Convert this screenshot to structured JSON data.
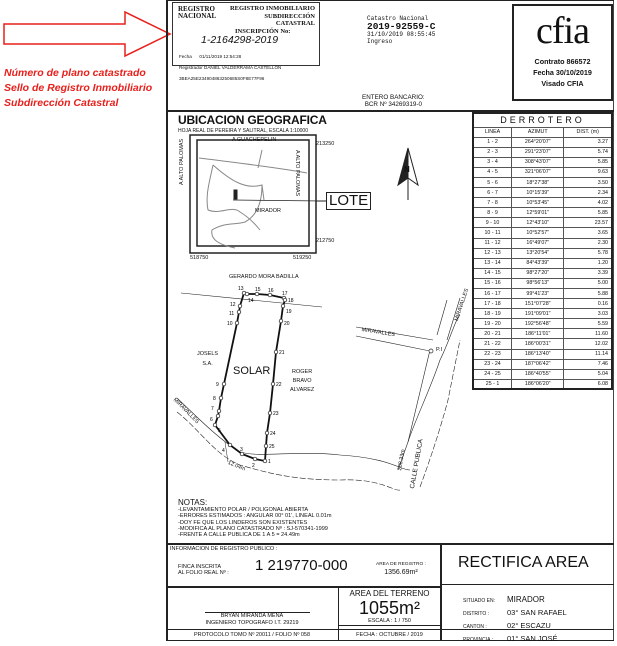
{
  "annotation": {
    "lines": [
      "Número de plano catastrado",
      "Sello de Registro Inmobiliario",
      "Subdirección Catastral"
    ],
    "color": "#e8201c"
  },
  "stamp": {
    "logo_text": "REGISTRO NACIONAL",
    "title1": "REGISTRO INMOBILIARIO",
    "title2": "SUBDIRECCIÓN",
    "title3": "CATASTRAL",
    "inscripcion_label": "INSCRIPCIÓN No:",
    "inscripcion": "1-2164298-2019",
    "fecha": "Fecha      01/11/2019 12:54:28",
    "registrador": "Registrador DANIEL VALDERRAMA CASTELLON",
    "hash": "3BEA25E234904863250685S0F8E77F96"
  },
  "catastro": {
    "title": "Catastro Nacional",
    "number": "2019-92559-C",
    "datetime": "31/10/2019 08:55:45",
    "status": "Ingreso"
  },
  "cfia": {
    "logo": "cfia",
    "contrato": "Contrato 866572",
    "fecha": "Fecha 30/10/2019",
    "visado": "Visado CFIA"
  },
  "entero": {
    "label": "ENTERO BANCARIO:",
    "value": "BCR Nº 34269319-0"
  },
  "ubicacion": {
    "title": "UBICACION GEOGRAFICA",
    "subtitle": "HOJA REAL DE PEREIRA Y SALITRAL, ESCALA 1:10000",
    "top_road": "A GUACHEPELIN",
    "left_road": "A ALTO PALOMAS",
    "right_road": "A ALTO PALOMAS",
    "place": "MIRADOR",
    "lote": "LOTE",
    "y_top": "213250",
    "y_bottom": "212750",
    "x_left": "518750",
    "x_right": "519250"
  },
  "north": "N",
  "plan": {
    "north_owner": "GERARDO MORA BADILLA",
    "west_owner": [
      "JOSELS",
      "S.A."
    ],
    "east_owner": [
      "ROGER",
      "BRAVO",
      "ALVAREZ"
    ],
    "solar": "SOLAR",
    "road1": "MIRAVALLES",
    "road2": "MIRAVALLES",
    "road3": "MIRAVALLES",
    "calle": "CALLE PUBLICA",
    "dist_pi": "208.33m",
    "frente": "12.04m",
    "pi": "P.I",
    "points": [
      "1",
      "2",
      "3",
      "4",
      "5",
      "6",
      "7",
      "8",
      "9",
      "10",
      "11",
      "12",
      "13",
      "14",
      "15",
      "16",
      "17",
      "18",
      "19",
      "20",
      "21",
      "22",
      "23",
      "24",
      "25"
    ]
  },
  "derrotero": {
    "title": "DERROTERO",
    "headers": [
      "LINEA",
      "AZIMUT",
      "DIST. (m)"
    ],
    "rows": [
      [
        "1 - 2",
        "264°20'07\"",
        "3.27"
      ],
      [
        "2 - 3",
        "291°23'07\"",
        "5.74"
      ],
      [
        "3 - 4",
        "308°43'07\"",
        "5.85"
      ],
      [
        "4 - 5",
        "321°06'07\"",
        "9.63"
      ],
      [
        "5 - 6",
        "18°27'38\"",
        "3.50"
      ],
      [
        "6 - 7",
        "10°15'39\"",
        "2.34"
      ],
      [
        "7 - 8",
        "10°53'45\"",
        "4.02"
      ],
      [
        "8 - 9",
        "12°59'01\"",
        "5.85"
      ],
      [
        "9 - 10",
        "12°43'10\"",
        "23.57"
      ],
      [
        "10 - 11",
        "10°52'57\"",
        "3.65"
      ],
      [
        "11 - 12",
        "16°49'07\"",
        "2.30"
      ],
      [
        "12 - 13",
        "13°20'54\"",
        "5.78"
      ],
      [
        "13 - 14",
        "84°43'39\"",
        "1.20"
      ],
      [
        "14 - 15",
        "98°27'20\"",
        "3.39"
      ],
      [
        "15 - 16",
        "98°56'13\"",
        "5.00"
      ],
      [
        "16 - 17",
        "99°41'23\"",
        "5.88"
      ],
      [
        "17 - 18",
        "151°07'28\"",
        "0.16"
      ],
      [
        "18 - 19",
        "191°09'01\"",
        "3.03"
      ],
      [
        "19 - 20",
        "192°56'48\"",
        "5.59"
      ],
      [
        "20 - 21",
        "186°11'01\"",
        "11.60"
      ],
      [
        "21 - 22",
        "186°00'31\"",
        "12.02"
      ],
      [
        "22 - 23",
        "186°13'40\"",
        "11.14"
      ],
      [
        "23 - 24",
        "187°06'42\"",
        "7.46"
      ],
      [
        "24 - 25",
        "186°40'55\"",
        "5.04"
      ],
      [
        "25 - 1",
        "186°06'20\"",
        "6.08"
      ]
    ]
  },
  "notas": {
    "title": "NOTAS:",
    "items": [
      "-LEVANTAMIENTO POLAR / POLIGONAL ABIERTA",
      "-ERRORES ESTIMADOS : ANGULAR 00° 01', LINEAL 0.01m",
      "-DOY FE QUE LOS LINDEROS SON EXISTENTES",
      "-MODIFICA AL PLANO CATASTRADO Nº : SJ-570341-1999",
      "-FRENTE A CALLE PUBLICA DE 1 A 5 = 24.49m"
    ]
  },
  "registro": {
    "title": "INFORMACION DE REGISTRO PUBLICO :",
    "finca_label1": "FINCA INSCRITA",
    "finca_label2": "AL FOLIO REAL Nº :",
    "finca": "1 219770-000",
    "area_label": "AREA DE REGISTRO :",
    "area": "1356.69m²"
  },
  "rectifica": "RECTIFICA AREA",
  "area": {
    "label": "AREA DEL TERRENO",
    "value": "1055m²",
    "escala": "ESCALA : 1 / 750",
    "fecha": "FECHA : OCTUBRE / 2019"
  },
  "firma": {
    "name": "BRYAN MIRANDA MENA",
    "title": "INGENIERO TOPOGRAFO I.T. 29219",
    "protocolo": "PROTOCOLO TOMO Nº 20011 / FOLIO Nº 058"
  },
  "situacion": {
    "situado_label": "SITUADO EN:",
    "situado": "MIRADOR",
    "distrito_label": "DISTRITO :",
    "distrito": "03° SAN RAFAEL",
    "canton_label": "CANTON :",
    "canton": "02° ESCAZU",
    "provincia_label": "PROVINCIA :",
    "provincia": "01° SAN JOSÉ"
  }
}
